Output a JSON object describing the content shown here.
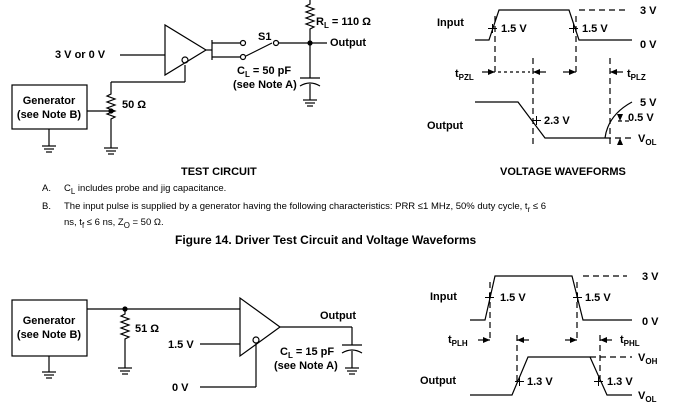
{
  "fig14": {
    "input_label": "3 V or 0 V",
    "switch_label": "S1",
    "rl_sym": "R",
    "rl_sub": "L",
    "rl_val": " = 110 Ω",
    "output_label": "Output",
    "cl_sym": "C",
    "cl_sub": "L",
    "cl_val": " = 50 pF",
    "cl_note": "(see Note A)",
    "gen_line1": "Generator",
    "gen_line2": "(see Note B)",
    "res_label": "50 Ω",
    "circuit_title": "TEST CIRCUIT",
    "wave_title": "VOLTAGE WAVEFORMS",
    "wf_input": "Input",
    "wf_output": "Output",
    "v_3v": "3 V",
    "v_0v": "0 V",
    "v_5v": "5 V",
    "v_05v": "0.5 V",
    "v_ol": "V",
    "v_ol_sub": "OL",
    "th_15_a": "1.5 V",
    "th_15_b": "1.5 V",
    "th_23": "2.3 V",
    "t_pzl": "t",
    "t_pzl_sub": "PZL",
    "t_plz": "t",
    "t_plz_sub": "PLZ"
  },
  "notes": {
    "a_label": "A.",
    "a_text": "C",
    "a_sub": "L",
    "a_rest": " includes probe and jig capacitance.",
    "b_label": "B.",
    "b_text1": "The input pulse is supplied by a generator having the following characteristics: PRR ≤1 MHz, 50% duty cycle, t",
    "b_r": "r",
    "b_text2": " ≤ 6",
    "b_text3": "ns, t",
    "b_f": "f",
    "b_text4": " ≤ 6 ns, Z",
    "b_o": "O",
    "b_text5": " = 50 Ω."
  },
  "caption": "Figure 14.  Driver Test Circuit and Voltage Waveforms",
  "fig15": {
    "gen_line1": "Generator",
    "gen_line2": "(see Note B)",
    "res_label": "51 Ω",
    "v_15": "1.5 V",
    "v_0": "0 V",
    "output_label": "Output",
    "cl_sym": "C",
    "cl_sub": "L",
    "cl_val": " = 15 pF",
    "cl_note": "(see Note A)",
    "wf_input": "Input",
    "wf_output": "Output",
    "v_3v": "3 V",
    "v_0v": "0 V",
    "v_oh": "V",
    "v_oh_sub": "OH",
    "v_ol": "V",
    "v_ol_sub": "OL",
    "th_15_a": "1.5 V",
    "th_15_b": "1.5 V",
    "th_13_a": "1.3 V",
    "th_13_b": "1.3 V",
    "t_plh": "t",
    "t_plh_sub": "PLH",
    "t_phl": "t",
    "t_phl_sub": "PHL"
  }
}
